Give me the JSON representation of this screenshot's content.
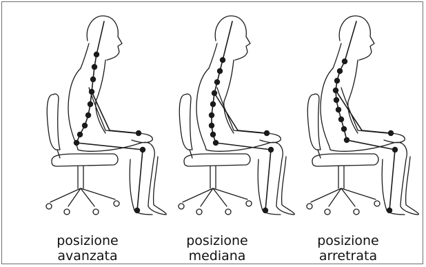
{
  "colors": {
    "line": "#1a1a1a",
    "dot": "#1a1a1a",
    "frame": "#6e6e6e",
    "background": "#ffffff"
  },
  "figures": [
    {
      "line1": "posizione",
      "line2": "avanzata",
      "posture": "forward"
    },
    {
      "line1": "posizione",
      "line2": "mediana",
      "posture": "middle"
    },
    {
      "line1": "posizione",
      "line2": "arretrata",
      "posture": "backward"
    }
  ]
}
